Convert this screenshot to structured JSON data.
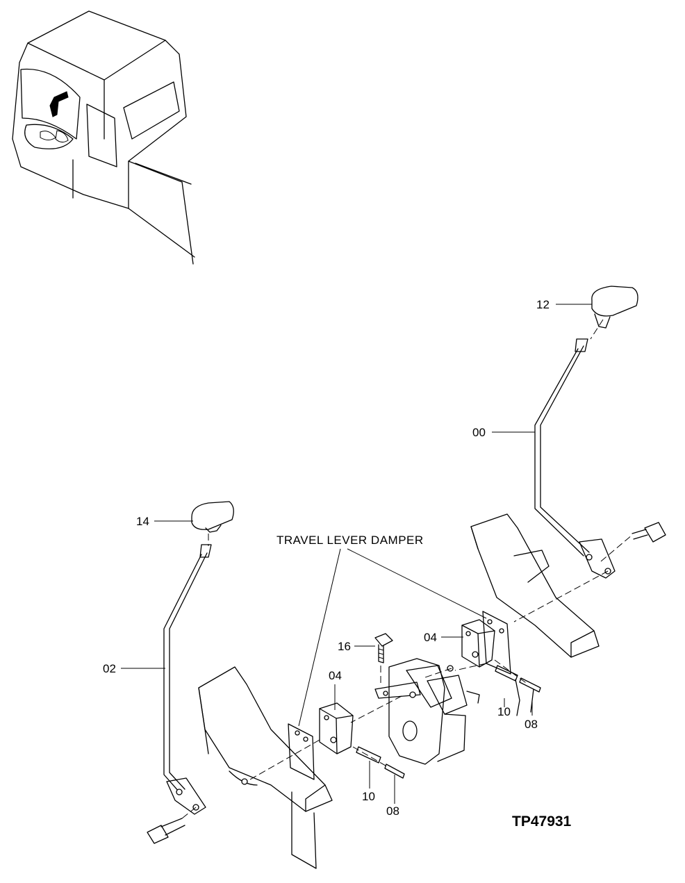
{
  "diagram": {
    "document_id": "TP47931",
    "group_label": "TRAVEL LEVER DAMPER",
    "callouts": {
      "lever_right": "00",
      "lever_left": "02",
      "damper_right": "04",
      "damper_left": "04",
      "pin_right": "08",
      "pin_left": "08",
      "spacer_right": "10",
      "spacer_left": "10",
      "grip_right": "12",
      "grip_left": "14",
      "bolt": "16"
    }
  }
}
